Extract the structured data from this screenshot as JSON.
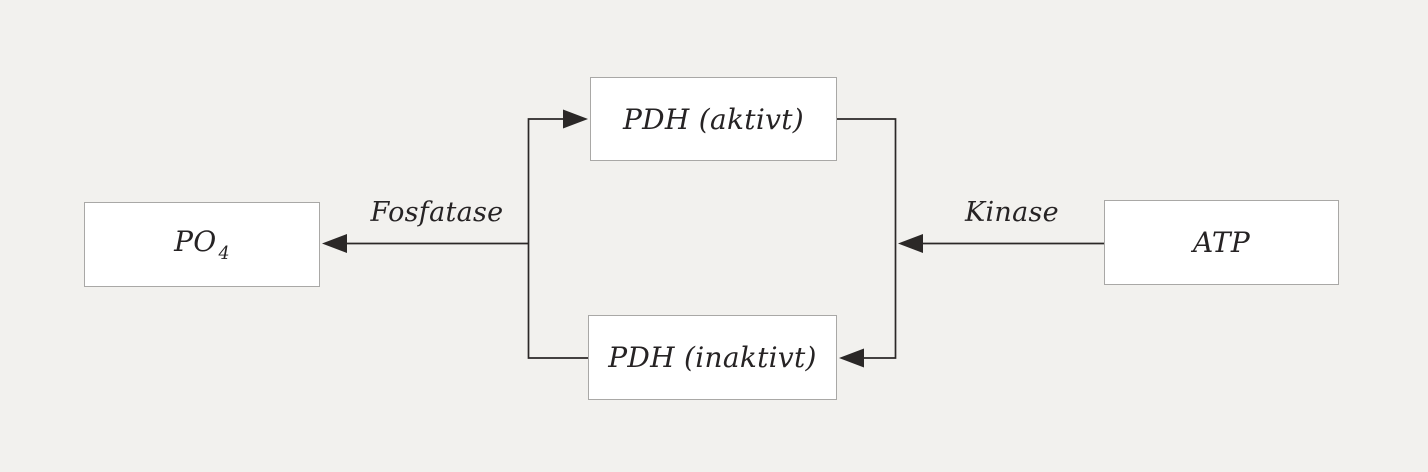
{
  "diagram": {
    "nodes": {
      "pdh_active": {
        "label": "PDH (aktivt)"
      },
      "pdh_inactive": {
        "label": "PDH (inaktivt)"
      },
      "po4": {
        "base": "PO",
        "subscript": "4"
      },
      "atp": {
        "label": "ATP"
      }
    },
    "edge_labels": {
      "fosfatase": "Fosfatase",
      "kinase": "Kinase"
    },
    "colors": {
      "background": "#f2f1ee",
      "node_fill": "#ffffff",
      "node_border": "#a9a8a6",
      "connector": "#2b2827",
      "text": "#262324"
    }
  }
}
